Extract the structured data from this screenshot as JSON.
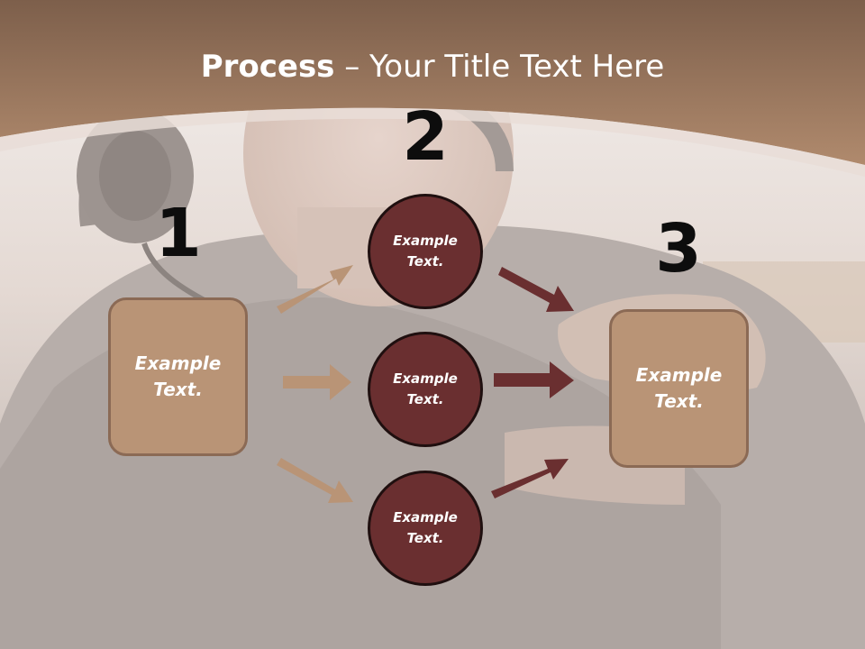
{
  "slide": {
    "title_bold": "Process",
    "title_rest": " – Your Title Text Here"
  },
  "colors": {
    "header_brown": "#a07a5f",
    "box_fill": "#b99476",
    "box_border": "#8b6a55",
    "circle_fill": "#6a2f30",
    "circle_border": "#1f0f0f",
    "arrow_light": "#b99476",
    "arrow_dark": "#6a2f30"
  },
  "steps": [
    {
      "number": "1",
      "text": "Example\nText."
    },
    {
      "number": "2",
      "items": [
        "Example\nText.",
        "Example\nText.",
        "Example\nText."
      ]
    },
    {
      "number": "3",
      "text": "Example\nText."
    }
  ],
  "background_image": "man-with-headphones-photo"
}
